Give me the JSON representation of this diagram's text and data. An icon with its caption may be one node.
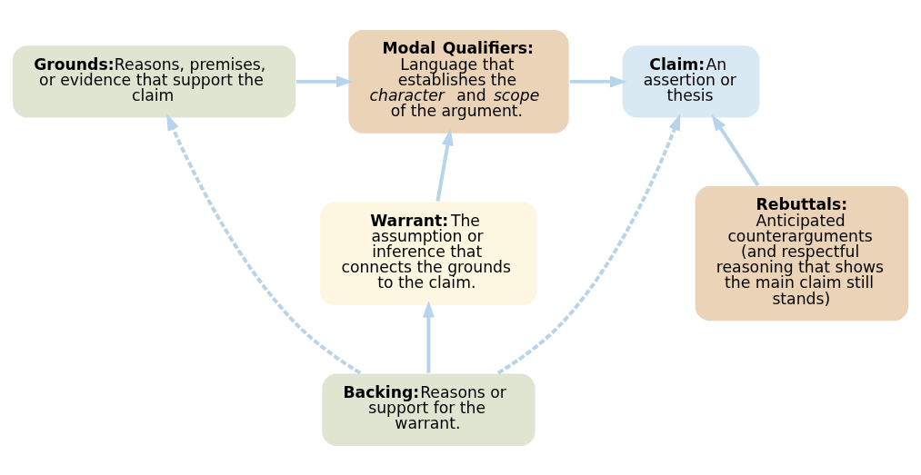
{
  "diagram": {
    "nodes": [
      {
        "text": [
          "Grounds:",
          "Reasons, premises, or evidence that support the claim"
        ]
      },
      {
        "text": [
          "Modal Qualifiers:",
          "Language that establishes the *character* and *scope* of the argument."
        ]
      },
      {
        "text": [
          "Claim:",
          "An assertion or thesis"
        ]
      },
      {
        "text": [
          "Warrant:",
          "The assumption or inference that connects the grounds to the claim."
        ]
      },
      {
        "text": [
          "Rebuttals:",
          "Anticipated counterarguments (and respectful reasoning that shows the main claim still stands)"
        ]
      },
      {
        "text": [
          "Backing:",
          "Reasons or support for the warrant."
        ]
      }
    ],
    "edges": [
      {
        "from": 0,
        "to": 1,
        "arrow": "to"
      },
      {
        "from": 3,
        "to": 1,
        "arrow": "to"
      },
      {
        "from": 1,
        "to": 2,
        "arrow": "to"
      },
      {
        "from": 4,
        "to": 2,
        "arrow": "to"
      },
      {
        "from": 5,
        "to": 3,
        "arrow": "to"
      },
      {
        "from": 5,
        "to": 0,
        "arrow": "to",
        "style": "dashed"
      },
      {
        "from": 5,
        "to": 2,
        "arrow": "to",
        "style": "dashed"
      }
    ]
  }
}
